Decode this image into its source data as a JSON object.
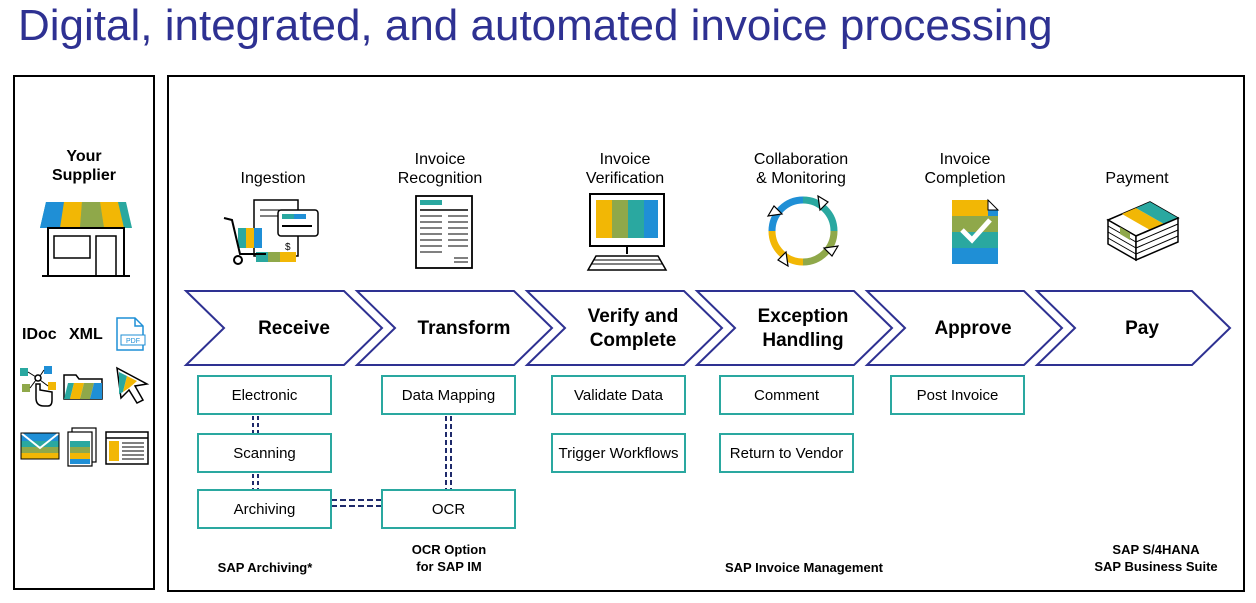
{
  "title": "Digital, integrated, and automated invoice processing",
  "supplier": {
    "title_line1": "Your",
    "title_line2": "Supplier",
    "formats": {
      "idoc": "IDoc",
      "xml": "XML",
      "pdf_icon_text": "PDF"
    },
    "icons": [
      "shop-icon",
      "pdf-icon",
      "touch-network-icon",
      "folder-icon",
      "cursor-icon",
      "envelope-icon",
      "documents-icon",
      "window-icon"
    ]
  },
  "stages": [
    {
      "label_line1": "",
      "label_line2": "Ingestion",
      "icon": "ingestion-icon"
    },
    {
      "label_line1": "Invoice",
      "label_line2": "Recognition",
      "icon": "invoice-document-icon"
    },
    {
      "label_line1": "Invoice",
      "label_line2": "Verification",
      "icon": "monitor-icon"
    },
    {
      "label_line1": "Collaboration",
      "label_line2": "& Monitoring",
      "icon": "cycle-arrows-icon"
    },
    {
      "label_line1": "Invoice",
      "label_line2": "Completion",
      "icon": "check-document-icon"
    },
    {
      "label_line1": "",
      "label_line2": "Payment",
      "icon": "money-stack-icon"
    }
  ],
  "steps": [
    {
      "line1": "Receive",
      "line2": ""
    },
    {
      "line1": "Transform",
      "line2": ""
    },
    {
      "line1": "Verify and",
      "line2": "Complete"
    },
    {
      "line1": "Exception",
      "line2": "Handling"
    },
    {
      "line1": "Approve",
      "line2": ""
    },
    {
      "line1": "Pay",
      "line2": ""
    }
  ],
  "boxes": {
    "electronic": "Electronic",
    "scanning": "Scanning",
    "archiving": "Archiving",
    "data_mapping": "Data Mapping",
    "ocr": "OCR",
    "validate_data": "Validate Data",
    "trigger_workflows": "Trigger Workflows",
    "comment": "Comment",
    "return_to_vendor": "Return to Vendor",
    "post_invoice": "Post Invoice"
  },
  "footers": {
    "sap_archiving": "SAP Archiving*",
    "ocr_option_line1": "OCR Option",
    "ocr_option_line2": "for SAP IM",
    "sap_invoice_management": "SAP Invoice Management",
    "s4hana_line1": "SAP S/4HANA",
    "s4hana_line2": "SAP Business Suite"
  },
  "colors": {
    "title": "#2e3192",
    "chevron_border": "#2e3192",
    "box_border": "#2aa8a0",
    "dash": "#1f2a6b",
    "icon_yellow": "#f2b705",
    "icon_green": "#8fa84a",
    "icon_teal": "#2aa8a0",
    "icon_blue": "#1f8fd6"
  }
}
